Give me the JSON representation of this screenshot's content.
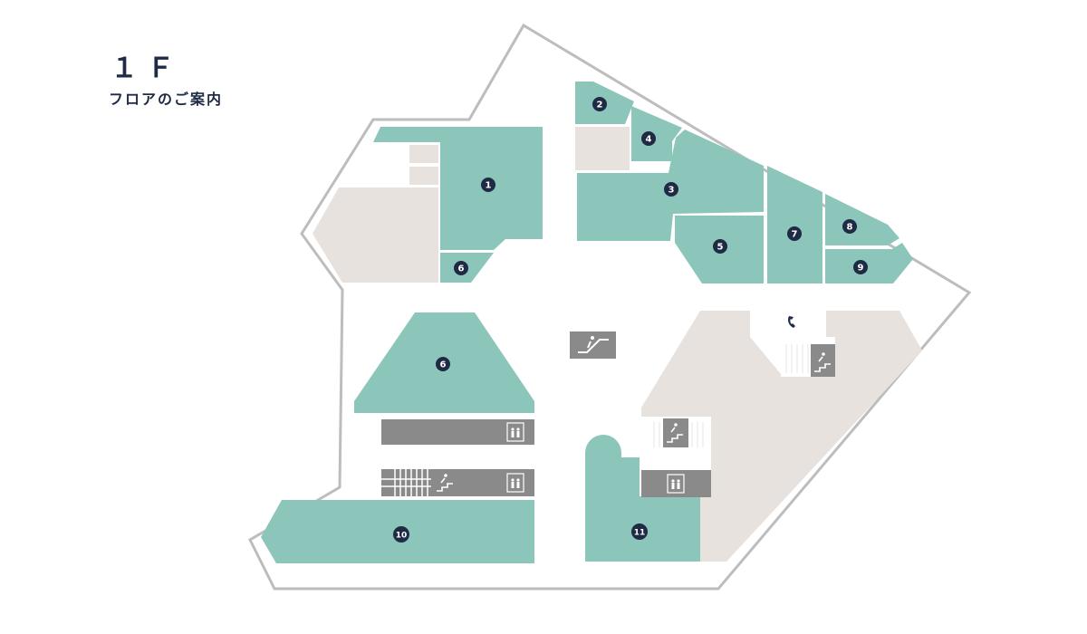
{
  "floor": {
    "name": "１Ｆ",
    "subtitle": "フロアのご案内"
  },
  "colors": {
    "tenant": "#8cc6bb",
    "service": "#e7e2dd",
    "utility": "#8a8a8a",
    "outline": "#bdbdbd",
    "badge": "#1f2a44"
  },
  "tenants": [
    {
      "id": "tenant-1",
      "label": "1"
    },
    {
      "id": "tenant-2",
      "label": "2"
    },
    {
      "id": "tenant-3",
      "label": "3"
    },
    {
      "id": "tenant-4",
      "label": "4"
    },
    {
      "id": "tenant-5",
      "label": "5"
    },
    {
      "id": "tenant-6-small",
      "label": "6"
    },
    {
      "id": "tenant-6-large",
      "label": "6"
    },
    {
      "id": "tenant-7",
      "label": "7"
    },
    {
      "id": "tenant-8",
      "label": "8"
    },
    {
      "id": "tenant-9",
      "label": "9"
    },
    {
      "id": "tenant-10",
      "label": "10"
    },
    {
      "id": "tenant-11",
      "label": "11"
    }
  ],
  "icons": [
    "escalator-icon",
    "elevator-icon",
    "emergency-stairs-icon",
    "telephone-icon"
  ]
}
